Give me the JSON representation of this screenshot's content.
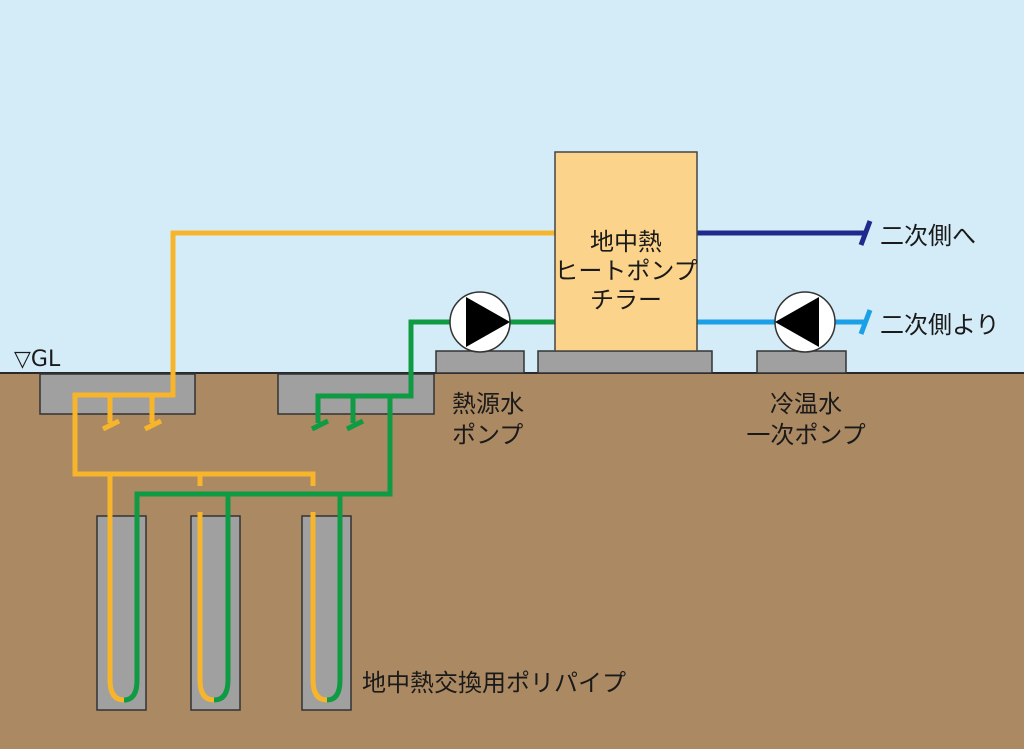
{
  "diagram": {
    "ground_level_label": "▽GL",
    "heat_pump": {
      "lines": [
        "地中熱",
        "ヒートポンプ",
        "チラー"
      ]
    },
    "secondary_out_label": "二次側へ",
    "secondary_in_label": "二次側より",
    "heat_source_pump_label": [
      "熱源水",
      "ポンプ"
    ],
    "chilled_pump_label": [
      "冷温水",
      "一次ポンプ"
    ],
    "ground_loop_label": "地中熱交換用ポリパイプ",
    "borehole_count": 3
  },
  "colors": {
    "sky": "#d4ecf8",
    "ground": "#ab8963",
    "concrete": "#a0a0a0",
    "heat_pump_fill": "#fbd38a",
    "pipe_supply_yellow": "#f7b52c",
    "pipe_return_green": "#0f9a44",
    "pipe_secondary_out": "#1e2a8c",
    "pipe_secondary_in": "#1aa0e6"
  }
}
